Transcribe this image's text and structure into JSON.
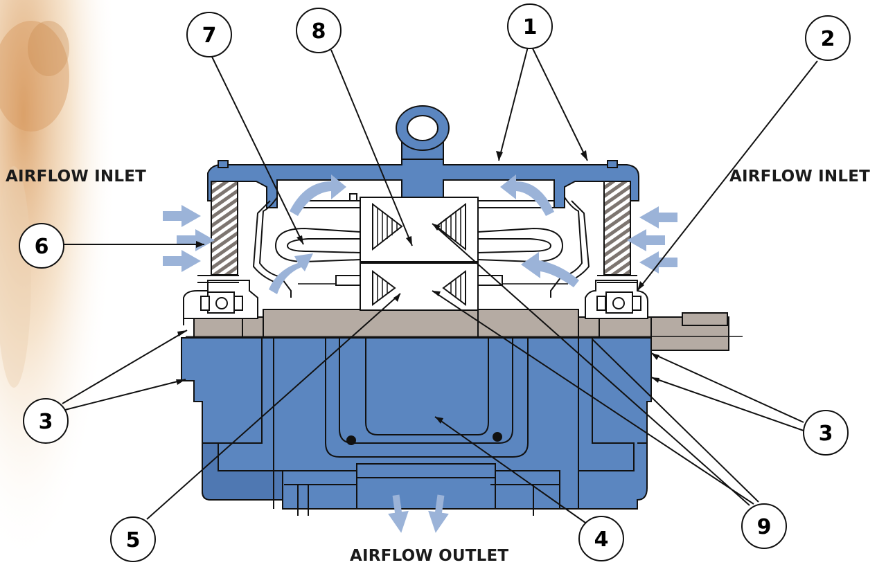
{
  "labels": {
    "inlet_left": "AIRFLOW INLET",
    "inlet_right": "AIRFLOW INLET",
    "outlet": "AIRFLOW OUTLET"
  },
  "callouts": [
    "1",
    "2",
    "3",
    "3",
    "4",
    "5",
    "6",
    "7",
    "8",
    "9"
  ],
  "colors": {
    "housing": "#5b86c0",
    "housing_dark": "#3d66a0",
    "shaft": "#b5aba3",
    "airflow_arrow": "#9bb3d8",
    "line": "#111111",
    "background_texture": "#e9c49a"
  }
}
